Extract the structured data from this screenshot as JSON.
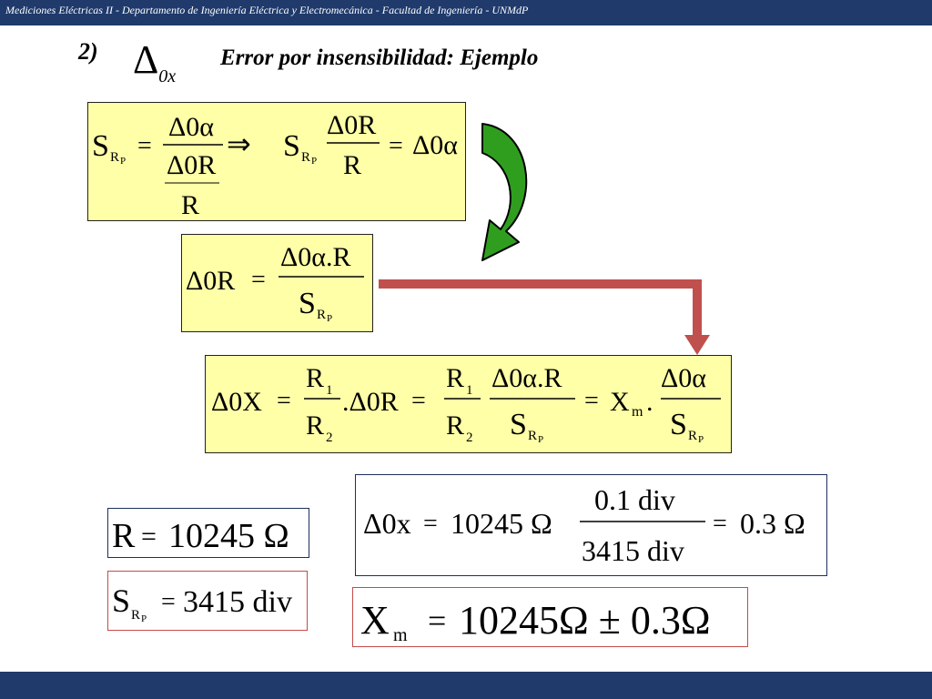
{
  "header": {
    "text": "Mediciones Eléctricas II - Departamento de Ingeniería Eléctrica y Electromecánica  - Facultad de Ingeniería  - UNMdP"
  },
  "slide": {
    "number": "2)",
    "symbol": "Δ",
    "symbol_sub": "0x",
    "title": "Error por insensibilidad: Ejemplo"
  },
  "eq1": {
    "S": "S",
    "sub": "R",
    "subsub": "P",
    "eq": "=",
    "num": "Δ0α",
    "den1": "Δ0R",
    "den2": "R",
    "implies": "⇒",
    "num2": "Δ0R",
    "den3": "R",
    "rhs": "Δ0α"
  },
  "eq2": {
    "lhs": "Δ0R",
    "eq": "=",
    "num": "Δ0α.R",
    "S": "S",
    "sub": "R",
    "subsub": "P"
  },
  "eq3": {
    "lhs": "Δ0X",
    "eq": "=",
    "r1": "R",
    "r1sub": "1",
    "r2": "R",
    "r2sub": "2",
    "mid": ".Δ0R",
    "num": "Δ0α.R",
    "S": "S",
    "sub": "R",
    "subsub": "P",
    "xm": "X",
    "xmsub": "m",
    "dot": ".",
    "num2": "Δ0α"
  },
  "given": {
    "R": "R",
    "eq": "=",
    "value": "10245 Ω",
    "S": "S",
    "sub": "R",
    "subsub": "P",
    "svalue": "3415 div"
  },
  "calc": {
    "lhs": "Δ0x",
    "eq": "=",
    "R": "10245 Ω",
    "num": "0.1 div",
    "den": "3415 div",
    "result": "0.3 Ω"
  },
  "result": {
    "X": "X",
    "sub": "m",
    "eq": "=",
    "value": "10245Ω ± 0.3Ω"
  },
  "colors": {
    "bar": "#1f3a6b",
    "yellow": "#ffffa8",
    "green": "#2f9e1f",
    "red_arrow": "#c0504d",
    "blue_border": "#1d2f5c",
    "red_border": "#c54b4b"
  }
}
